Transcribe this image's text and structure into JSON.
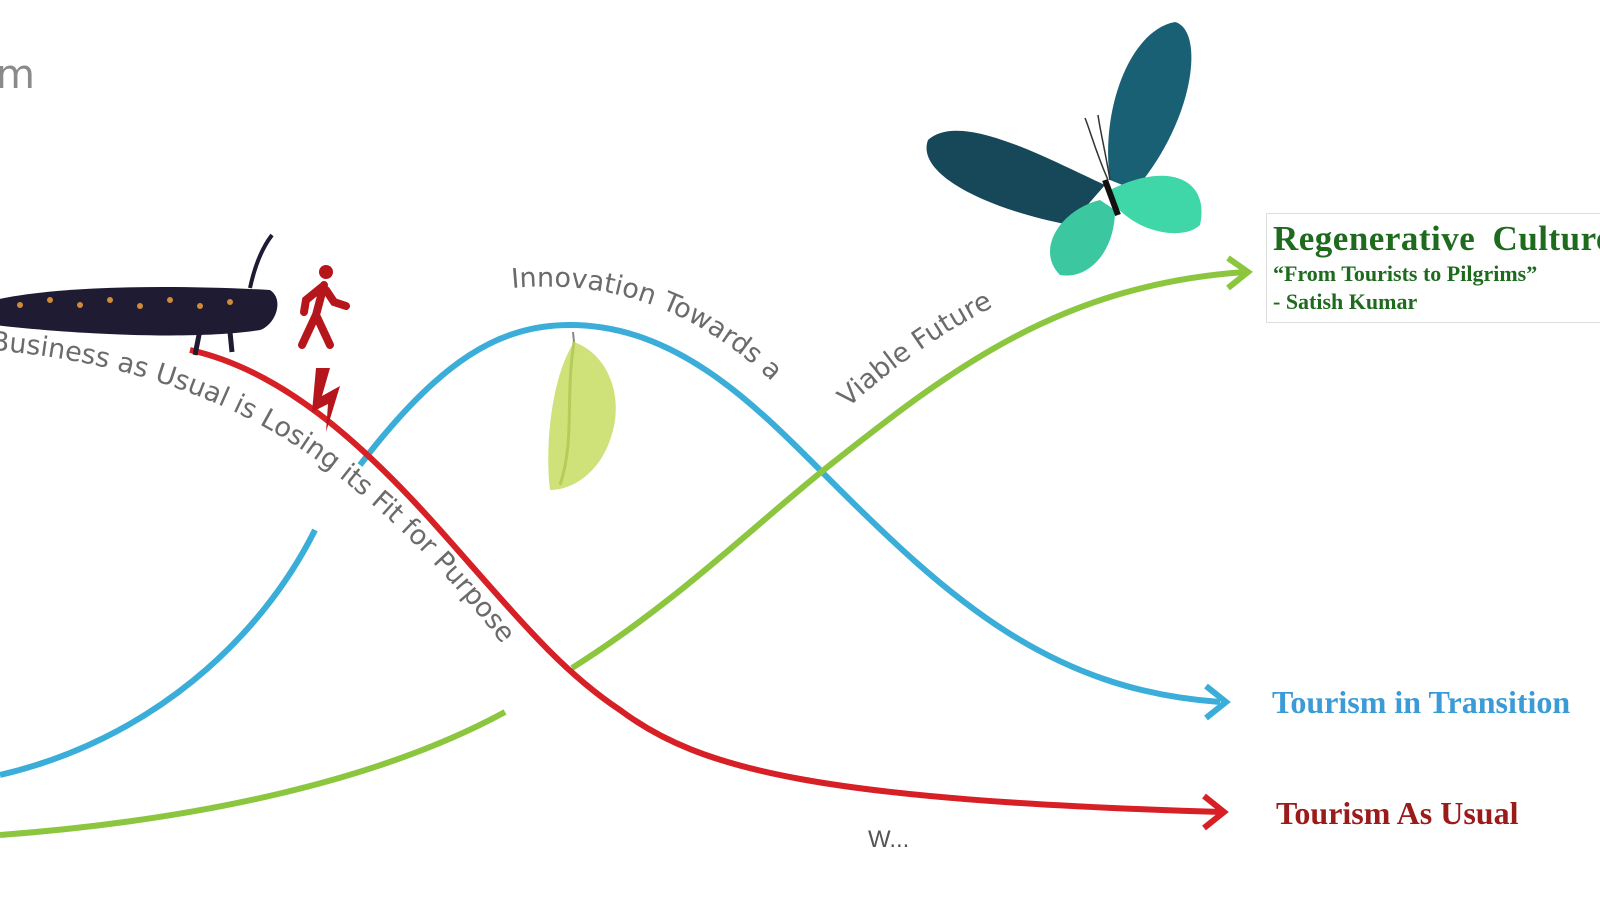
{
  "corner_fragment": "m",
  "curve_labels": {
    "business": "Business as Usual is Losing its Fit for Purpose",
    "innovation": "Innovation Towards a",
    "viable": "Viable Future"
  },
  "horizons": {
    "regenerative": {
      "title": "Regenerative  Culture",
      "quote": "“From Tourists to Pilgrims”",
      "attribution": "- Satish Kumar",
      "color": "#8cc63f"
    },
    "transition": {
      "label": "Tourism in Transition",
      "color": "#3aaed8",
      "text_color": "#3a9bd6"
    },
    "usual": {
      "label": "Tourism As Usual",
      "color": "#d71f26",
      "text_color": "#9b1b1b"
    }
  },
  "bottom_fragment": "W..."
}
